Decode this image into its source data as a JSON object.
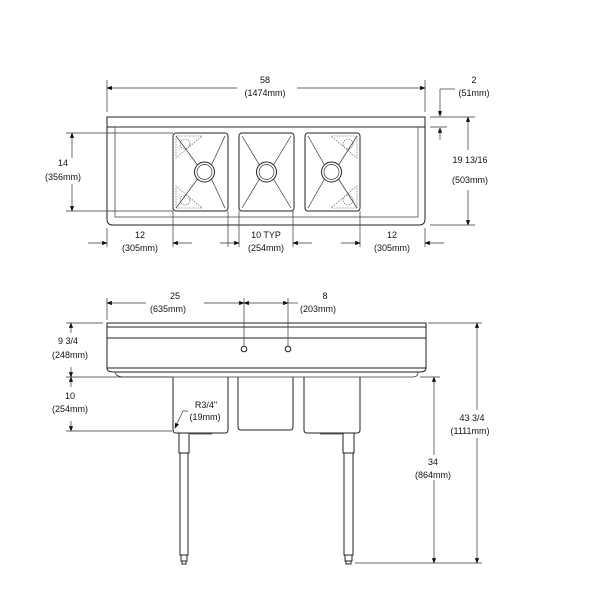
{
  "top_view": {
    "overall_length": {
      "value": "58",
      "metric": "(1474mm)"
    },
    "backsplash": {
      "value": "2",
      "metric": "(51mm)"
    },
    "overall_depth": {
      "value": "19 13/16",
      "metric": "(503mm)"
    },
    "bowl_depth": {
      "value": "14",
      "metric": "(356mm)"
    },
    "left_drainboard": {
      "value": "12",
      "metric": "(305mm)"
    },
    "bowl_width": {
      "value": "10 TYP",
      "metric": "(254mm)"
    },
    "right_drainboard": {
      "value": "12",
      "metric": "(305mm)"
    }
  },
  "front_view": {
    "faucet_offset": {
      "value": "25",
      "metric": "(635mm)"
    },
    "faucet_spacing": {
      "value": "8",
      "metric": "(203mm)"
    },
    "splash_height": {
      "value": "9 3/4",
      "metric": "(248mm)"
    },
    "bowl_height": {
      "value": "10",
      "metric": "(254mm)"
    },
    "corner_radius": {
      "value": "R3/4\"",
      "metric": "(19mm)"
    },
    "rim_height": {
      "value": "34",
      "metric": "(864mm)"
    },
    "overall_height": {
      "value": "43 3/4",
      "metric": "(1111mm)"
    }
  }
}
